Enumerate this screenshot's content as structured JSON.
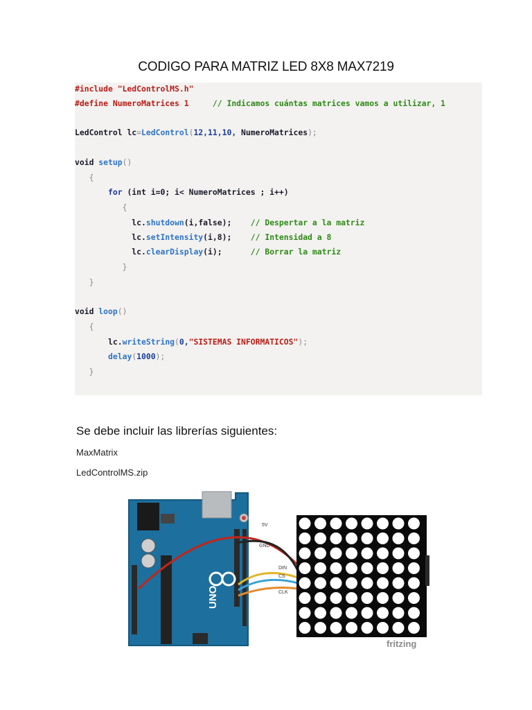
{
  "title": "CODIGO PARA MATRIZ LED 8X8 MAX7219",
  "code": {
    "include_directive": "#include \"LedControlMS.h\"",
    "define_directive": "#define NumeroMatrices 1",
    "define_comment": "// Indicamos cuántas matrices vamos a utilizar, 1",
    "decl_type": "LedControl",
    "decl_var": "lc",
    "decl_ctor": "LedControl",
    "decl_args_num": "12,11,10,",
    "decl_args_name": "NumeroMatrices",
    "void_kw": "void",
    "setup_fn": "setup",
    "for_kw": "for",
    "for_body": "(int i=0; i< NumeroMatrices ; i++)",
    "lc_obj": "lc.",
    "shutdown_fn": "shutdown",
    "shutdown_args": "(i,false);",
    "shutdown_comment": "// Despertar a la matriz",
    "setintensity_fn": "setIntensity",
    "setintensity_args": "(i,8);",
    "setintensity_comment": "// Intensidad a 8",
    "clear_fn": "clearDisplay",
    "clear_args": "(i);",
    "clear_comment": "// Borrar la matriz",
    "loop_fn": "loop",
    "writestring_fn": "writeString",
    "writestring_num": "0,",
    "writestring_str": "\"SISTEMAS INFORMATICOS\"",
    "delay_fn": "delay",
    "delay_arg": "1000"
  },
  "section_heading": "Se debe incluir las librerías siguientes:",
  "libraries": [
    "MaxMatrix",
    "LedControlMS.zip"
  ],
  "diagram": {
    "board_label": "UNO",
    "wire_labels": [
      "5V",
      "GND",
      "DIN",
      "CS",
      "CLK"
    ],
    "watermark": "fritzing",
    "matrix_rows": 8,
    "matrix_cols": 8
  }
}
